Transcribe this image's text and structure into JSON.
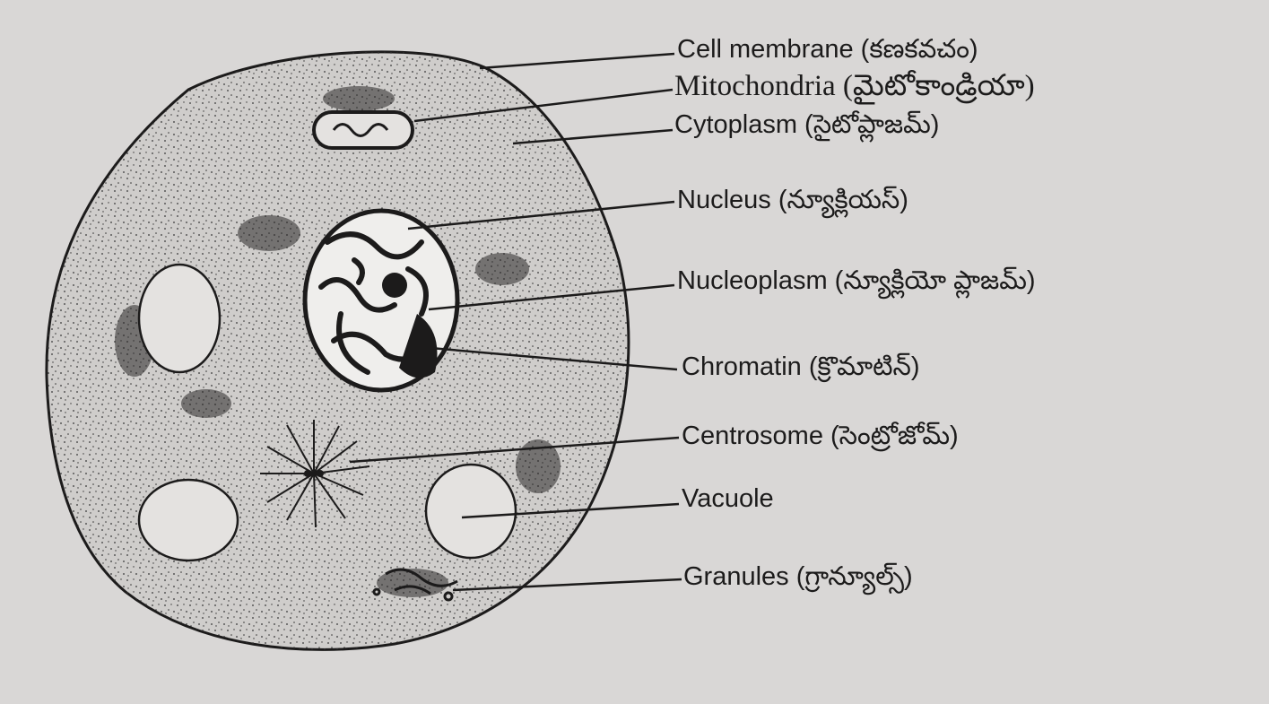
{
  "diagram": {
    "labels": [
      {
        "id": "cell-membrane",
        "text": "Cell membrane (కణకవచం)"
      },
      {
        "id": "mitochondria",
        "text": "Mitochondria (మైటోకాండ్రియా)"
      },
      {
        "id": "cytoplasm",
        "text": "Cytoplasm (సైటోప్లాజమ్)"
      },
      {
        "id": "nucleus",
        "text": "Nucleus (న్యూక్లియస్)"
      },
      {
        "id": "nucleoplasm",
        "text": "Nucleoplasm (న్యూక్లియో ప్లాజమ్)"
      },
      {
        "id": "chromatin",
        "text": "Chromatin (క్రొమాటిన్)"
      },
      {
        "id": "centrosome",
        "text": "Centrosome (సెంట్రోజోమ్)"
      },
      {
        "id": "vacuole",
        "text": "Vacuole"
      },
      {
        "id": "granules",
        "text": "Granules (గ్రాన్యూల్స్)"
      }
    ],
    "colors": {
      "paper": "#d9d7d6",
      "ink": "#1c1b1b",
      "cell_fill": "#cfcdcb"
    }
  }
}
